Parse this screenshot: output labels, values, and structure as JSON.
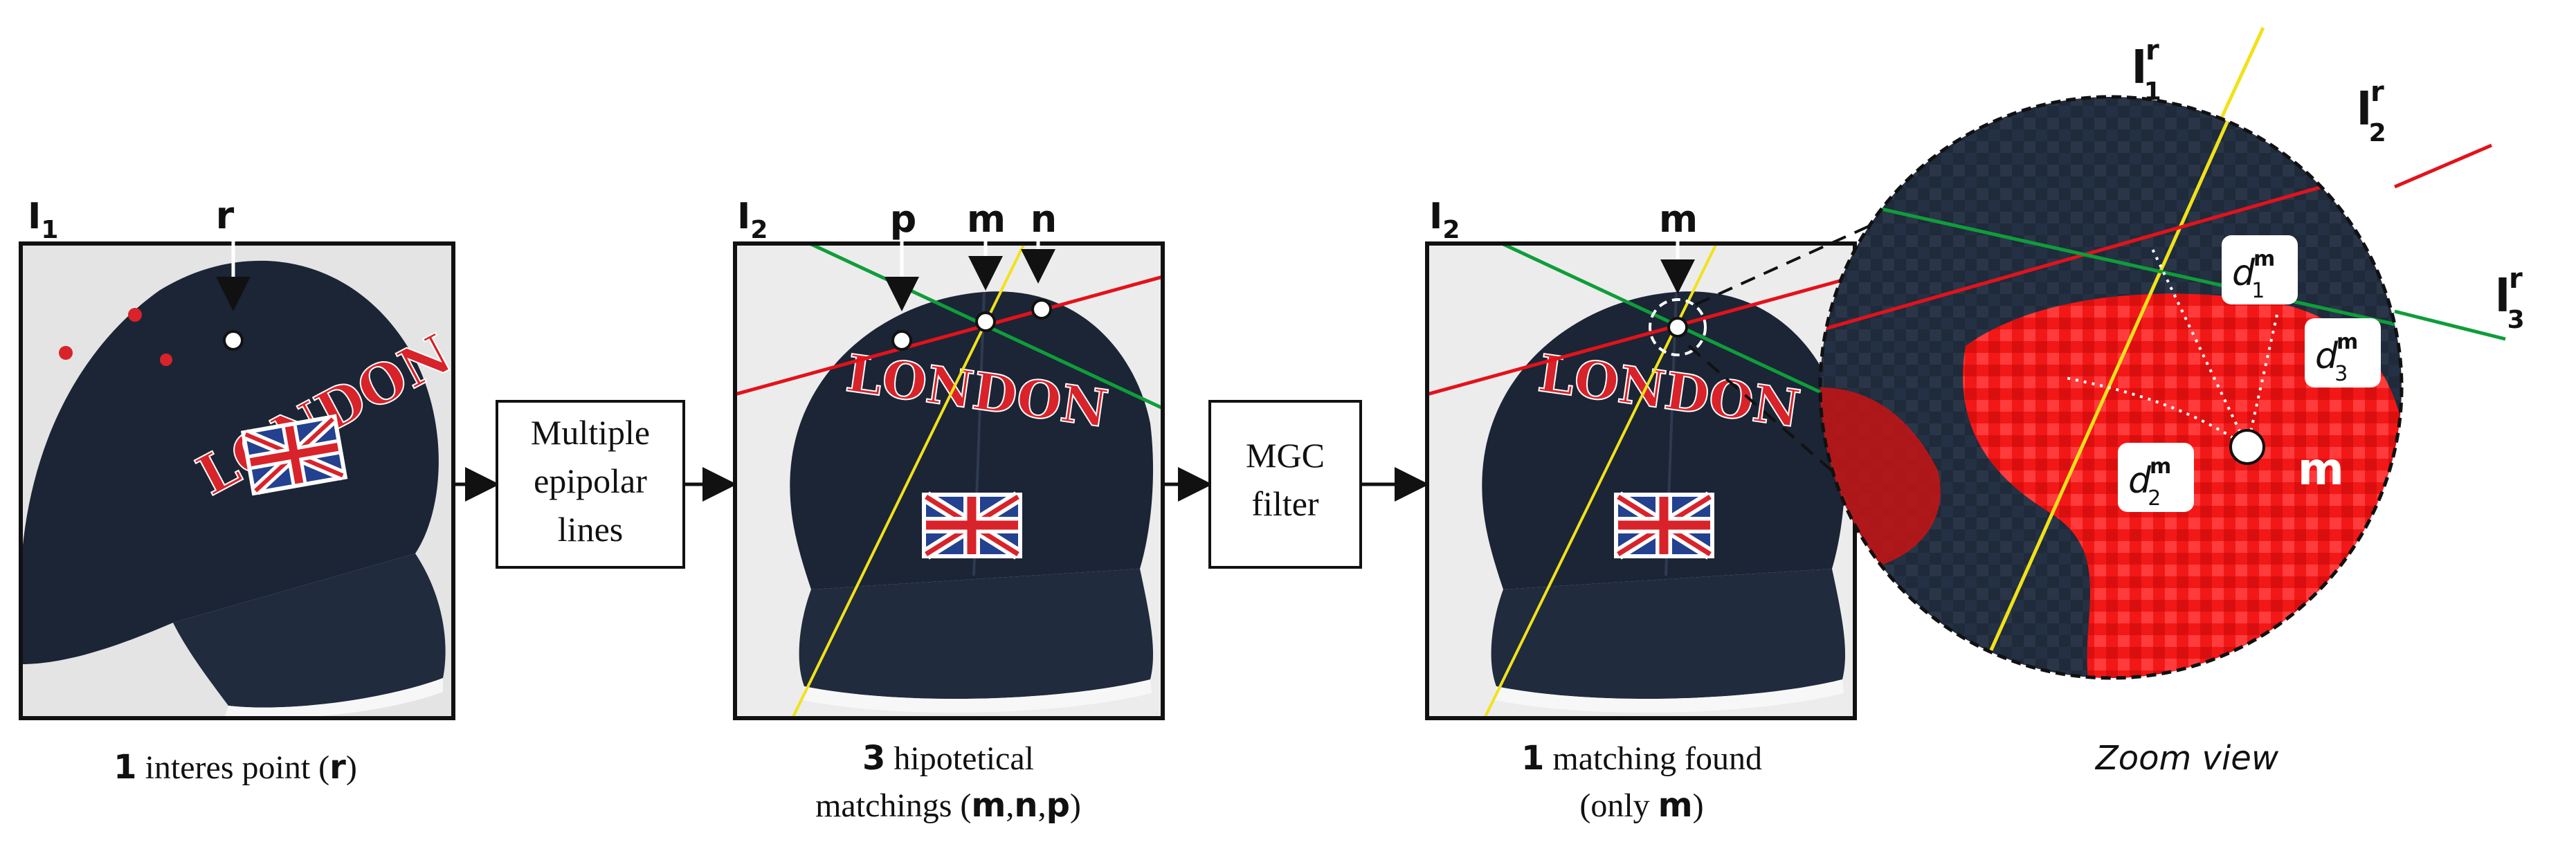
{
  "colors": {
    "cap_navy": "#1b2536",
    "cap_red": "#d8232a",
    "line_red": "#e3121b",
    "line_green": "#0f9d3a",
    "line_yellow": "#f1e21a",
    "frame": "#111111",
    "zoom_red": "#ff1f1f",
    "zoom_dark": "#1f2a3a"
  },
  "panels": {
    "p1": {
      "image_label": "I",
      "image_sub": "1",
      "point": "r"
    },
    "p2": {
      "image_label": "I",
      "image_sub": "2",
      "points": [
        "p",
        "m",
        "n"
      ]
    },
    "p3": {
      "image_label": "I",
      "image_sub": "2",
      "point": "m"
    }
  },
  "cap": {
    "word": "LONDON"
  },
  "boxes": {
    "epipolar": [
      "Multiple",
      "epipolar",
      "lines"
    ],
    "mgc": [
      "MGC",
      "filter"
    ]
  },
  "captions": {
    "c1": {
      "bold": "1",
      "text": " interes point (",
      "var": "r",
      "end": ")"
    },
    "c2": {
      "line1_bold": "3",
      "line1": " hipotetical",
      "line2": "matchings (",
      "v1": "m",
      "sep1": ",",
      "v2": "n",
      "sep2": ",",
      "v3": "p",
      "end": ")"
    },
    "c3": {
      "line1_bold": "1",
      "line1": " matching found",
      "line2": "(only ",
      "var": "m",
      "end": ")"
    },
    "zoom": "Zoom view"
  },
  "zoom": {
    "lines": [
      {
        "name": "l",
        "sup": "r",
        "sub": "1",
        "color": "yellow"
      },
      {
        "name": "l",
        "sup": "r",
        "sub": "2",
        "color": "red"
      },
      {
        "name": "l",
        "sup": "r",
        "sub": "3",
        "color": "green"
      }
    ],
    "distances": [
      {
        "sym": "d",
        "sup": "m",
        "sub": "1"
      },
      {
        "sym": "d",
        "sup": "m",
        "sub": "2"
      },
      {
        "sym": "d",
        "sup": "m",
        "sub": "3"
      }
    ],
    "point": "m"
  }
}
